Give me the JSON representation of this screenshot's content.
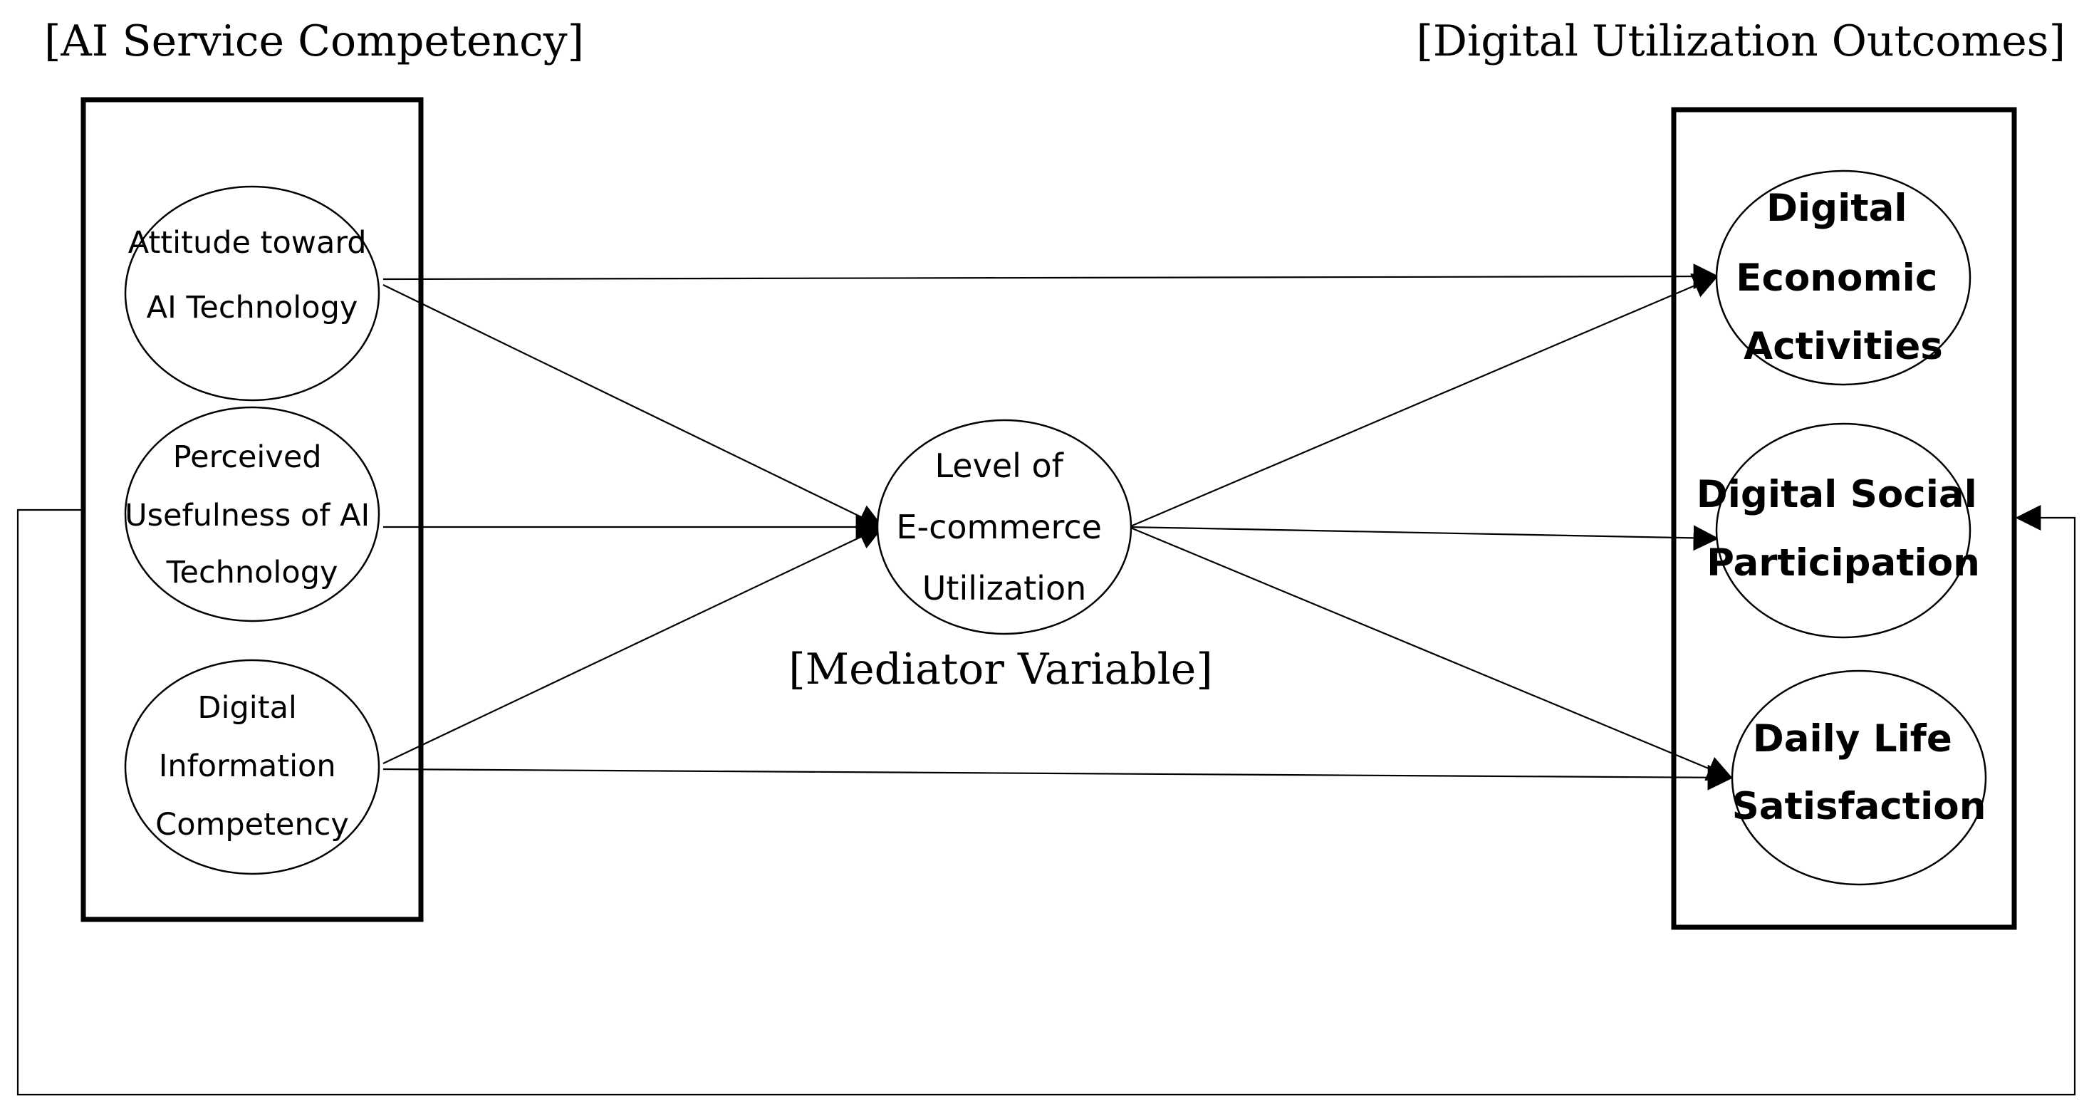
{
  "headings": {
    "left": "[AI Service Competency]",
    "right": "[Digital Utilization Outcomes]",
    "mediator": "[Mediator Variable]"
  },
  "independent": [
    {
      "id": "attitude",
      "lines": [
        "Attitude toward",
        "AI Technology"
      ]
    },
    {
      "id": "usefulness",
      "lines": [
        "Perceived",
        "Usefulness of AI",
        "Technology"
      ]
    },
    {
      "id": "competency",
      "lines": [
        "Digital",
        "Information",
        "Competency"
      ]
    }
  ],
  "mediator": {
    "id": "ecommerce",
    "lines": [
      "Level of",
      "E-commerce",
      "Utilization"
    ]
  },
  "outcomes": [
    {
      "id": "economic",
      "lines": [
        "Digital",
        "Economic",
        "Activities"
      ]
    },
    {
      "id": "social",
      "lines": [
        "Digital Social",
        "Participation"
      ]
    },
    {
      "id": "satisfaction",
      "lines": [
        "Daily Life",
        "Satisfaction"
      ]
    }
  ],
  "paths": [
    {
      "from": "attitude",
      "to": "economic"
    },
    {
      "from": "attitude",
      "to": "ecommerce"
    },
    {
      "from": "usefulness",
      "to": "ecommerce"
    },
    {
      "from": "competency",
      "to": "ecommerce"
    },
    {
      "from": "competency",
      "to": "satisfaction"
    },
    {
      "from": "ecommerce",
      "to": "economic"
    },
    {
      "from": "ecommerce",
      "to": "social"
    },
    {
      "from": "ecommerce",
      "to": "satisfaction"
    },
    {
      "from": "independent-block",
      "to": "outcome-block",
      "style": "feedback-loop"
    }
  ]
}
